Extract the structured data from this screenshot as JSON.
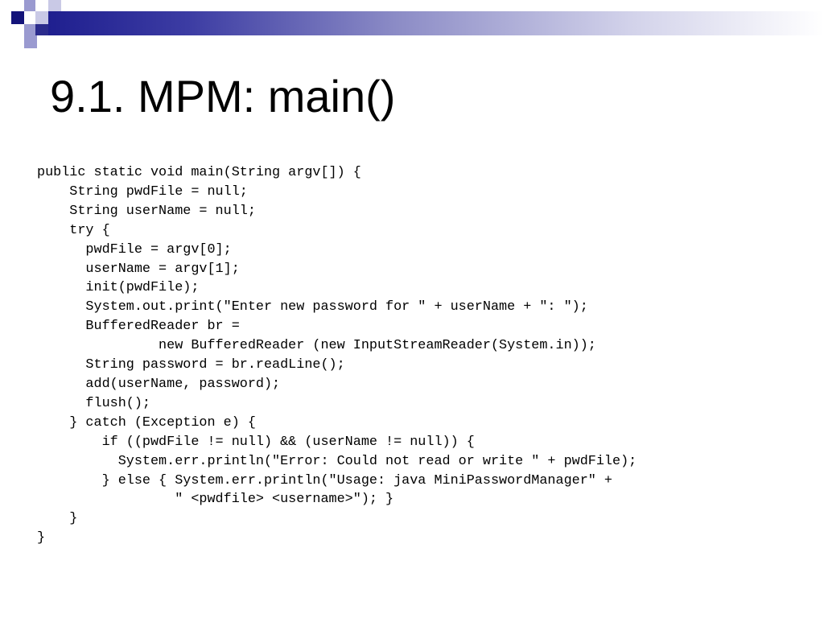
{
  "slide": {
    "title": "9.1. MPM: main()",
    "code_lines": [
      {
        "indent": 0,
        "text": "public static void main(String argv[]) {"
      },
      {
        "indent": 4,
        "text": "String pwdFile = null;"
      },
      {
        "indent": 4,
        "text": "String userName = null;"
      },
      {
        "indent": 4,
        "text": "try {"
      },
      {
        "indent": 6,
        "text": "pwdFile = argv[0];"
      },
      {
        "indent": 6,
        "text": "userName = argv[1];"
      },
      {
        "indent": 6,
        "text": "init(pwdFile);"
      },
      {
        "indent": 6,
        "text": "System.out.print(\"Enter new password for \" + userName + \": \");"
      },
      {
        "indent": 6,
        "text": "BufferedReader br ="
      },
      {
        "indent": 15,
        "text": "new BufferedReader (new InputStreamReader(System.in));"
      },
      {
        "indent": 6,
        "text": "String password = br.readLine();"
      },
      {
        "indent": 6,
        "text": "add(userName, password);"
      },
      {
        "indent": 6,
        "text": "flush();"
      },
      {
        "indent": 4,
        "text": "} catch (Exception e) {"
      },
      {
        "indent": 8,
        "text": "if ((pwdFile != null) && (userName != null)) {"
      },
      {
        "indent": 10,
        "text": "System.err.println(\"Error: Could not read or write \" + pwdFile);"
      },
      {
        "indent": 8,
        "text": "} else { System.err.println(\"Usage: java MiniPasswordManager\" +"
      },
      {
        "indent": 17,
        "text": "\" <pwdfile> <username>\"); }"
      },
      {
        "indent": 4,
        "text": "}"
      },
      {
        "indent": 0,
        "text": "}"
      }
    ]
  },
  "theme": {
    "header_gradient_start": "#1f1f8f",
    "header_gradient_end": "#ffffff",
    "text_color": "#000000",
    "background": "#ffffff"
  }
}
